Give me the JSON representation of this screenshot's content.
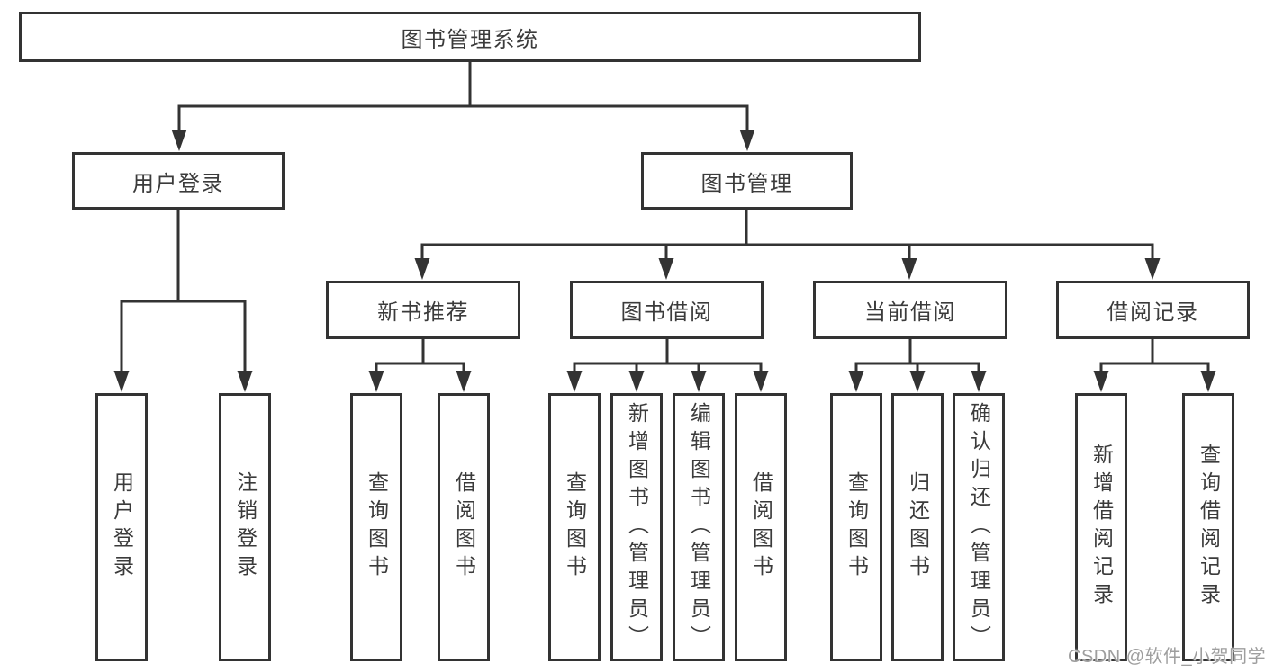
{
  "diagram": {
    "type": "tree-structure-chart",
    "root": {
      "label": "图书管理系统",
      "children": [
        {
          "label": "用户登录",
          "children": [
            {
              "label": "用户登录"
            },
            {
              "label": "注销登录"
            }
          ]
        },
        {
          "label": "图书管理",
          "children": [
            {
              "label": "新书推荐",
              "children": [
                {
                  "label": "查询图书"
                },
                {
                  "label": "借阅图书"
                }
              ]
            },
            {
              "label": "图书借阅",
              "children": [
                {
                  "label": "查询图书"
                },
                {
                  "label": "新增图书（管理员）"
                },
                {
                  "label": "编辑图书（管理员）"
                },
                {
                  "label": "借阅图书"
                }
              ]
            },
            {
              "label": "当前借阅",
              "children": [
                {
                  "label": "查询图书"
                },
                {
                  "label": "归还图书"
                },
                {
                  "label": "确认归还（管理员）"
                }
              ]
            },
            {
              "label": "借阅记录",
              "children": [
                {
                  "label": "新增借阅记录"
                },
                {
                  "label": "查询借阅记录"
                }
              ]
            }
          ]
        }
      ]
    }
  },
  "watermark": {
    "text": "CSDN @软件_小贺同学"
  },
  "colors": {
    "line": "#333333",
    "box_border": "#333333",
    "text": "#3b3b3b",
    "watermark": "#9e9e9e",
    "background": "#ffffff"
  }
}
